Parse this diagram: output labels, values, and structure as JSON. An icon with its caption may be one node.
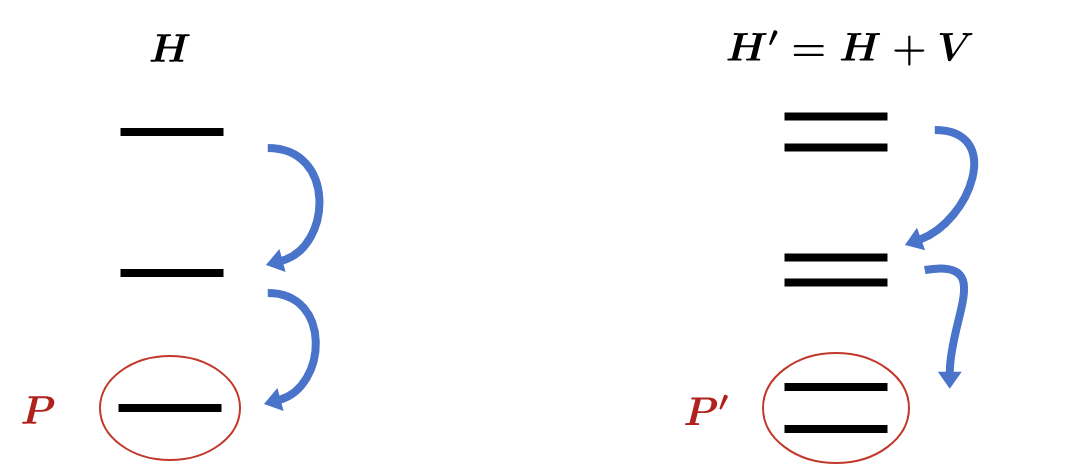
{
  "diagram": {
    "nodes": [
      {
        "text": [],
        "shape": "bar"
      },
      {
        "text": [],
        "shape": "bar"
      },
      {
        "text": [],
        "shape": "ellipse",
        "beside": [
          "\\boldsymbol{P}"
        ]
      },
      {
        "text": [],
        "shape": "bar",
        "in": 2
      },
      {
        "text": [],
        "shape": "bar"
      },
      {
        "text": [],
        "shape": "bar"
      },
      {
        "text": [],
        "shape": "ellipse",
        "beside": [
          "\\boldsymbol{P'}"
        ]
      },
      {
        "text": [],
        "shape": "bar",
        "in": 6
      }
    ],
    "edges": [
      {
        "from": 0,
        "to": 1,
        "arrow": "to"
      },
      {
        "from": 1,
        "to": 3,
        "arrow": "to"
      },
      {
        "from": 4,
        "to": 5,
        "arrow": "to"
      },
      {
        "from": 5,
        "to": 7,
        "arrow": "to"
      }
    ],
    "labels": [
      "\\boldsymbol{H}",
      "\\boldsymbol{H' = H + V}"
    ]
  }
}
